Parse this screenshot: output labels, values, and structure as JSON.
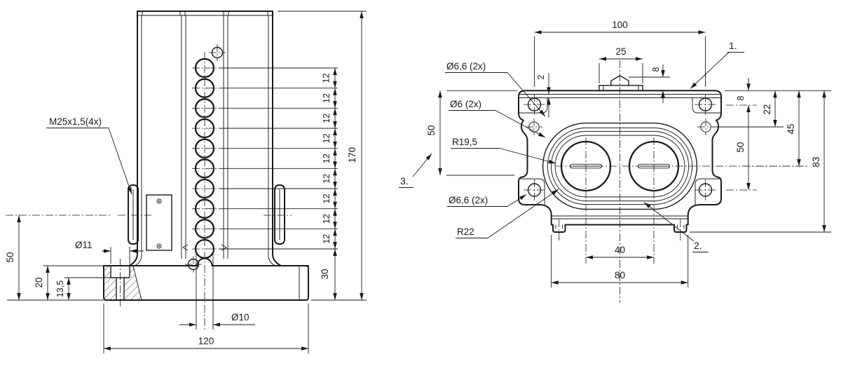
{
  "front_view": {
    "thread_label": "M25x1,5(4x)",
    "dia11": "Ø11",
    "dia10": "Ø10",
    "width_120": "120",
    "height_170": "170",
    "base_30": "30",
    "left_50": "50",
    "left_20": "20",
    "left_13_5": "13,5",
    "pitch_12": "12"
  },
  "top_view": {
    "width_100": "100",
    "tab_25": "25",
    "lid_2": "2",
    "tab_8": "8",
    "right_8": "8",
    "right_22": "22",
    "right_45": "45",
    "right_50": "50",
    "right_83": "83",
    "left_50": "50",
    "holes_40": "40",
    "width_80": "80",
    "dia66_top": "Ø6,6 (2x)",
    "dia6": "Ø6 (2x)",
    "r19_5": "R19,5",
    "dia66_bottom": "Ø6,6 (2x)",
    "r22": "R22",
    "callout_1": "1.",
    "callout_2": "2.",
    "callout_3": "3."
  },
  "colors": {
    "line": "#1a1a1a",
    "background": "#ffffff"
  }
}
